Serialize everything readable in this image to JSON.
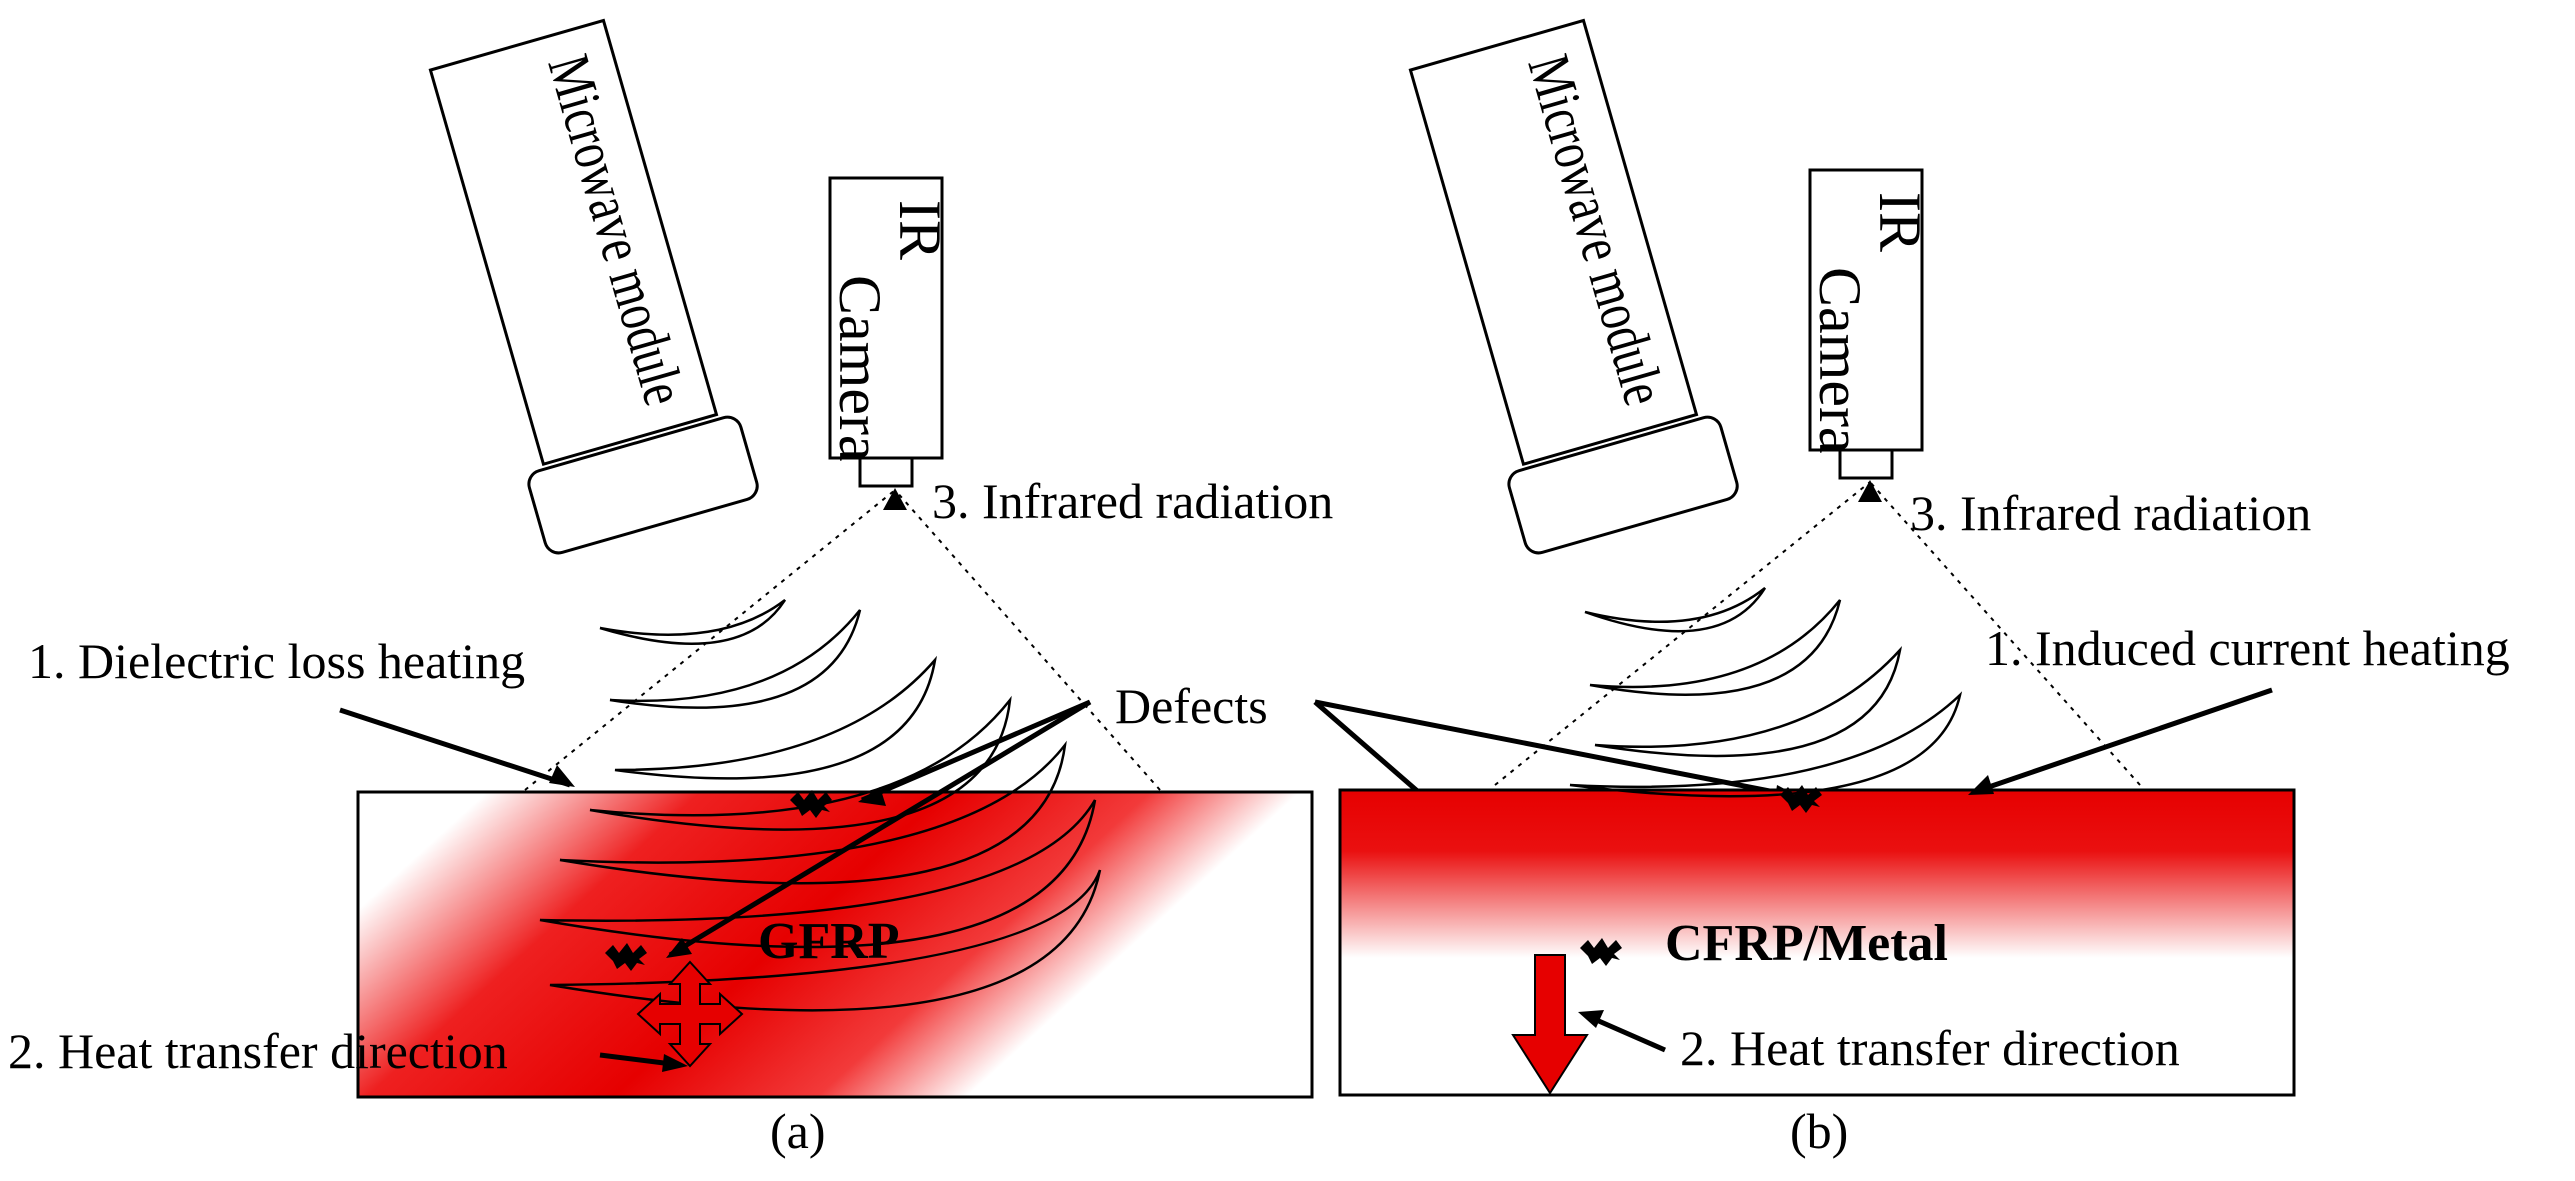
{
  "panel_a": {
    "source_label": "Microwave module",
    "camera_label_1": "IR",
    "camera_label_2": "Camera",
    "radiation_label": "3. Infrared radiation",
    "heating_label": "1. Dielectric loss heating",
    "heat_transfer_label": "2. Heat transfer direction",
    "material_label": "GFRP",
    "caption": "(a)"
  },
  "shared": {
    "defects_label": "Defects"
  },
  "panel_b": {
    "source_label": "Microwave module",
    "camera_label_1": "IR",
    "camera_label_2": "Camera",
    "radiation_label": "3. Infrared radiation",
    "heating_label": "1. Induced current heating",
    "heat_transfer_label": "2. Heat transfer direction",
    "material_label": "CFRP/Metal",
    "caption": "(b)"
  },
  "colors": {
    "heat": "#e60000",
    "outline": "#000000"
  }
}
